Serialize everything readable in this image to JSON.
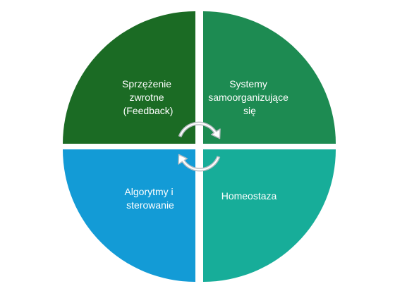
{
  "quadrants": [
    {
      "position": "top-left",
      "lines": [
        "Sprzężenie",
        "zwrotne",
        "(Feedback)"
      ],
      "color": "#1b6b24"
    },
    {
      "position": "top-right",
      "lines": [
        "Systemy",
        "samoorganizujące",
        "się"
      ],
      "color": "#1d8b52"
    },
    {
      "position": "bottom-left",
      "lines": [
        "Algorytmy i",
        "sterowanie"
      ],
      "color": "#139bd6"
    },
    {
      "position": "bottom-right",
      "lines": [
        "Homeostaza"
      ],
      "color": "#17ad99"
    }
  ],
  "cycle_arrows": {
    "fill": "#ffffff",
    "stroke": "#b9bec3"
  }
}
